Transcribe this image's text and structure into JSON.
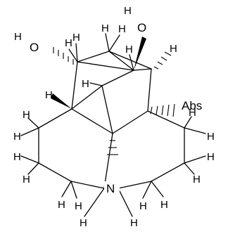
{
  "molecule": {
    "atoms": {
      "o_left": "O",
      "o_top": "O",
      "n_ring": "N",
      "abs_label": "Abs",
      "h": "H"
    }
  }
}
